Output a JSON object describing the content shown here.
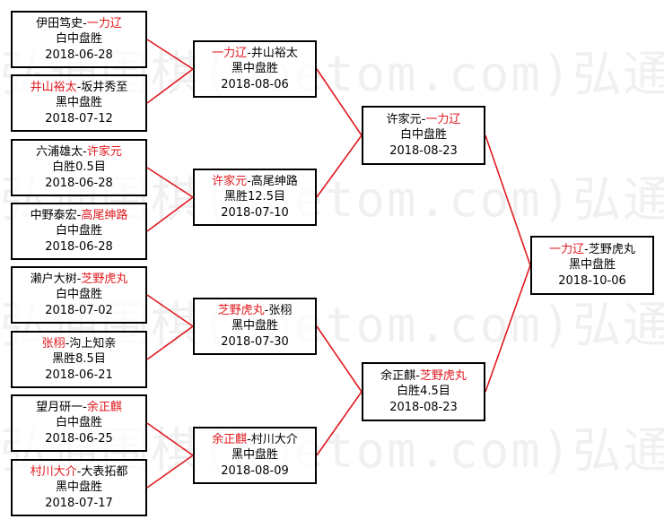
{
  "watermark": "弘通围棋(hoetom.com)弘通",
  "colors": {
    "winner": "#e0191e",
    "connector": "#e0191e",
    "border": "#000000"
  },
  "rounds": [
    {
      "round": 1,
      "matches": [
        {
          "p1": "伊田笃史",
          "sep": "-",
          "p2": "一力辽",
          "winner": 2,
          "result": "白中盘胜",
          "date": "2018-06-28"
        },
        {
          "p1": "井山裕太",
          "sep": "-",
          "p2": "坂井秀至",
          "winner": 1,
          "result": "黑中盘胜",
          "date": "2018-07-12"
        },
        {
          "p1": "六浦雄太",
          "sep": "-",
          "p2": "许家元",
          "winner": 2,
          "result": "白胜0.5目",
          "date": "2018-06-28"
        },
        {
          "p1": "中野泰宏",
          "sep": "-",
          "p2": "高尾绅路",
          "winner": 2,
          "result": "白中盘胜",
          "date": "2018-06-28"
        },
        {
          "p1": "濑户大树",
          "sep": "-",
          "p2": "芝野虎丸",
          "winner": 2,
          "result": "白中盘胜",
          "date": "2018-07-02"
        },
        {
          "p1": "张栩",
          "sep": "-",
          "p2": "沟上知亲",
          "winner": 1,
          "result": "黑胜8.5目",
          "date": "2018-06-21"
        },
        {
          "p1": "望月研一",
          "sep": "-",
          "p2": "余正麒",
          "winner": 2,
          "result": "白中盘胜",
          "date": "2018-06-25"
        },
        {
          "p1": "村川大介",
          "sep": "-",
          "p2": "大表拓都",
          "winner": 1,
          "result": "黑中盘胜",
          "date": "2018-07-17"
        }
      ]
    },
    {
      "round": 2,
      "matches": [
        {
          "p1": "一力辽",
          "sep": "-",
          "p2": "井山裕太",
          "winner": 1,
          "result": "黑中盘胜",
          "date": "2018-08-06"
        },
        {
          "p1": "许家元",
          "sep": "-",
          "p2": "高尾绅路",
          "winner": 1,
          "result": "黑胜12.5目",
          "date": "2018-07-10"
        },
        {
          "p1": "芝野虎丸",
          "sep": "-",
          "p2": "张栩",
          "winner": 1,
          "result": "黑中盘胜",
          "date": "2018-07-30"
        },
        {
          "p1": "余正麒",
          "sep": "-",
          "p2": "村川大介",
          "winner": 1,
          "result": "黑中盘胜",
          "date": "2018-08-09"
        }
      ]
    },
    {
      "round": 3,
      "matches": [
        {
          "p1": "许家元",
          "sep": "-",
          "p2": "一力辽",
          "winner": 2,
          "result": "白中盘胜",
          "date": "2018-08-23"
        },
        {
          "p1": "余正麒",
          "sep": "-",
          "p2": "芝野虎丸",
          "winner": 2,
          "result": "白胜4.5目",
          "date": "2018-08-23"
        }
      ]
    },
    {
      "round": 4,
      "matches": [
        {
          "p1": "一力辽",
          "sep": "-",
          "p2": "芝野虎丸",
          "winner": 1,
          "result": "黑中盘胜",
          "date": "2018-10-06"
        }
      ]
    }
  ]
}
